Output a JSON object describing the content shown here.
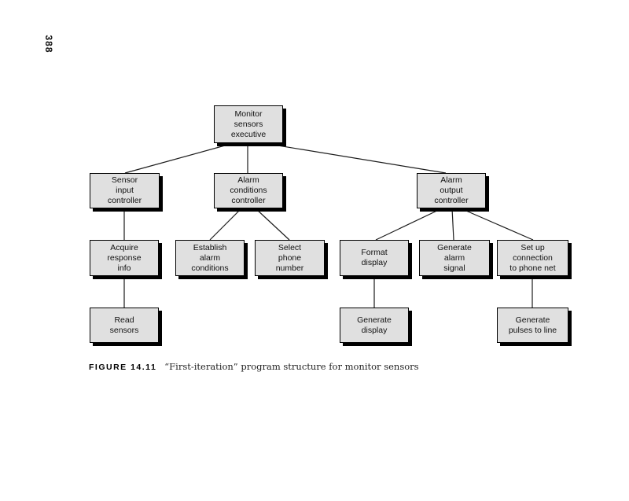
{
  "page": {
    "number": "388",
    "background_color": "#ffffff"
  },
  "figure_caption": {
    "label": "FIGURE 14.11",
    "text": "“First-iteration” program structure for monitor sensors"
  },
  "diagram": {
    "type": "hierarchy-structure-chart",
    "colors": {
      "box_fill": "#e0e0e0",
      "box_border": "#000000",
      "box_shadow": "#000000",
      "connector": "#1c1c1c"
    },
    "nodes": [
      {
        "id": "monitor-sensors-executive",
        "label": "Monitor\nsensors\nexecutive",
        "level": 1,
        "parent": null
      },
      {
        "id": "sensor-input-controller",
        "label": "Sensor\ninput\ncontroller",
        "level": 2,
        "parent": "monitor-sensors-executive"
      },
      {
        "id": "alarm-conditions-controller",
        "label": "Alarm\nconditions\ncontroller",
        "level": 2,
        "parent": "monitor-sensors-executive"
      },
      {
        "id": "alarm-output-controller",
        "label": "Alarm\noutput\ncontroller",
        "level": 2,
        "parent": "monitor-sensors-executive"
      },
      {
        "id": "acquire-response-info",
        "label": "Acquire\nresponse\ninfo",
        "level": 3,
        "parent": "sensor-input-controller"
      },
      {
        "id": "establish-alarm-conditions",
        "label": "Establish\nalarm\nconditions",
        "level": 3,
        "parent": "alarm-conditions-controller"
      },
      {
        "id": "select-phone-number",
        "label": "Select\nphone\nnumber",
        "level": 3,
        "parent": "alarm-conditions-controller"
      },
      {
        "id": "format-display",
        "label": "Format\ndisplay",
        "level": 3,
        "parent": "alarm-output-controller"
      },
      {
        "id": "generate-alarm-signal",
        "label": "Generate\nalarm\nsignal",
        "level": 3,
        "parent": "alarm-output-controller"
      },
      {
        "id": "set-up-connection-to-phone-net",
        "label": "Set up\nconnection\nto phone net",
        "level": 3,
        "parent": "alarm-output-controller"
      },
      {
        "id": "read-sensors",
        "label": "Read\nsensors",
        "level": 4,
        "parent": "acquire-response-info"
      },
      {
        "id": "generate-display",
        "label": "Generate\ndisplay",
        "level": 4,
        "parent": "format-display"
      },
      {
        "id": "generate-pulses-to-line",
        "label": "Generate\npulses to line",
        "level": 4,
        "parent": "set-up-connection-to-phone-net"
      }
    ]
  }
}
